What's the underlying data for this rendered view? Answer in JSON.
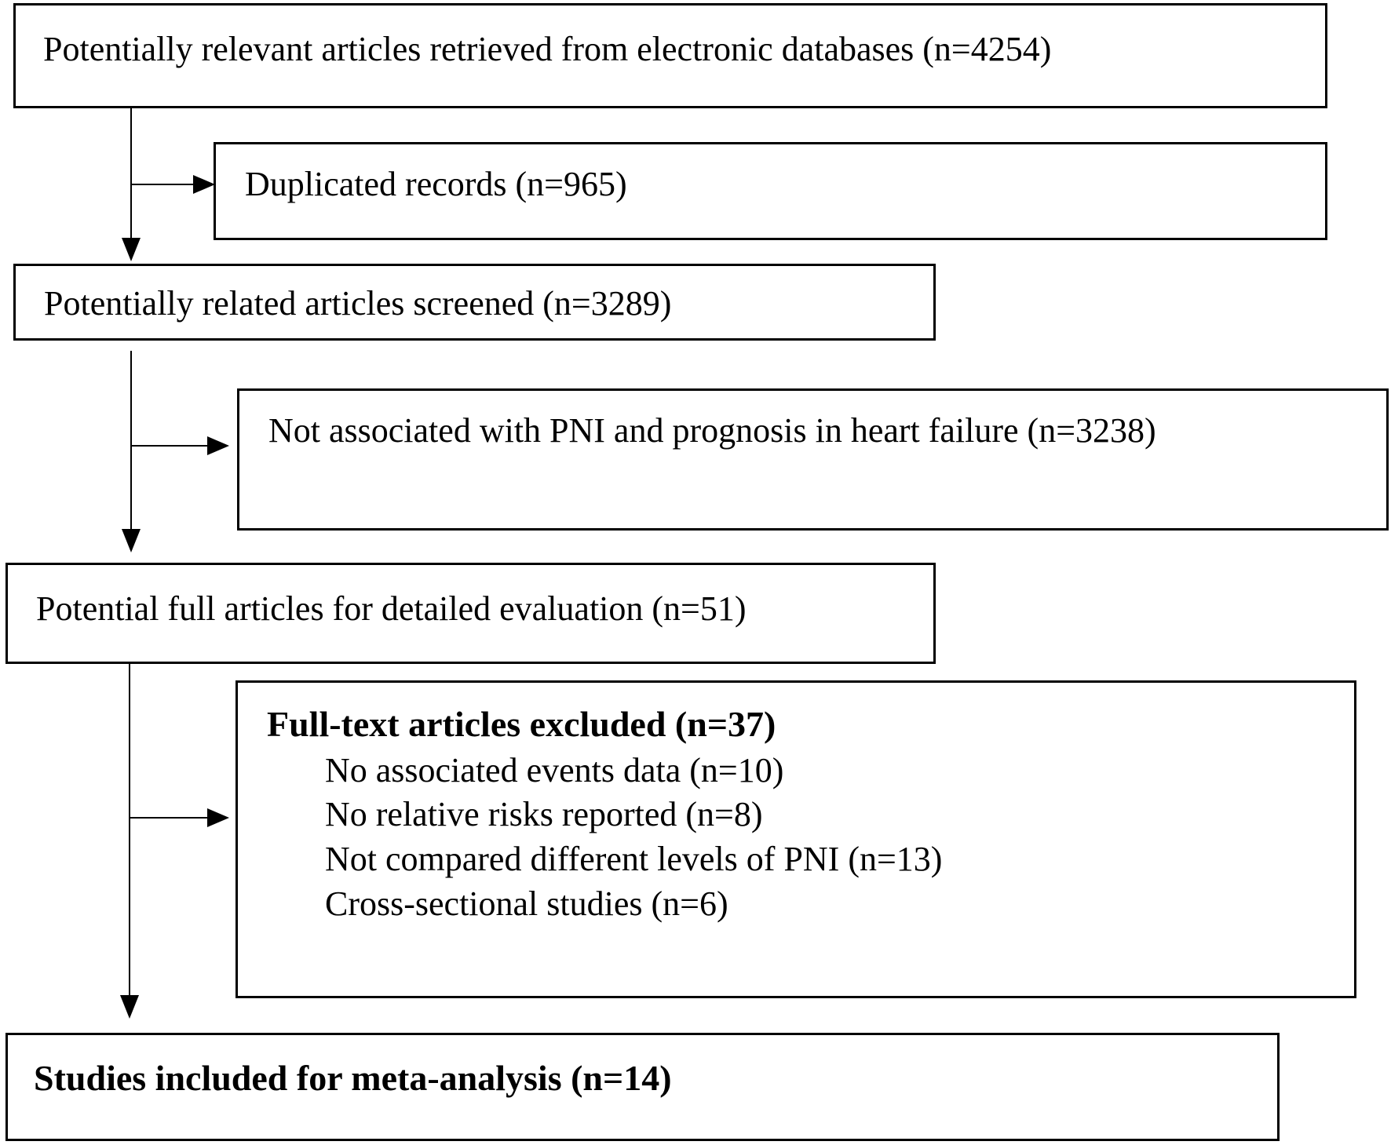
{
  "flowchart": {
    "records_retrieved": "Potentially relevant articles retrieved from electronic databases (n=4254)",
    "duplicates": "Duplicated records (n=965)",
    "screened": "Potentially related articles screened (n=3289)",
    "not_associated": "Not associated with PNI and prognosis in heart failure (n=3238)",
    "full_articles": "Potential full articles for detailed evaluation (n=51)",
    "excluded": {
      "title": "Full-text articles excluded (n=37)",
      "items": [
        "No associated events data (n=10)",
        "No relative risks reported (n=8)",
        "Not compared different levels of PNI (n=13)",
        "Cross-sectional studies (n=6)"
      ]
    },
    "included": "Studies included for meta-analysis (n=14)"
  },
  "colors": {
    "stroke": "#000000",
    "background": "#ffffff"
  }
}
